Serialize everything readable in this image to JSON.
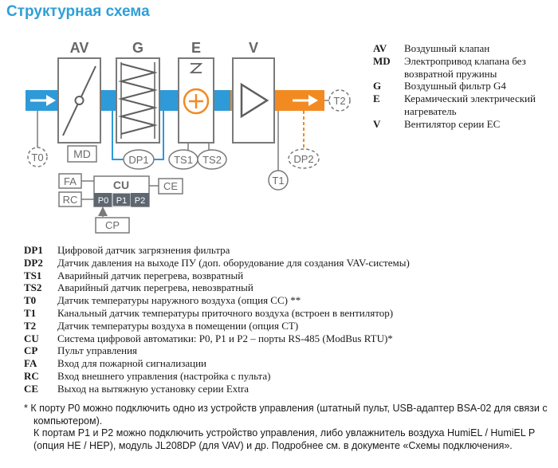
{
  "title": "Структурная схема",
  "diagram": {
    "blocks": {
      "av": "AV",
      "g": "G",
      "e": "E",
      "v": "V",
      "md": "MD",
      "dp1": "DP1",
      "ts1": "TS1",
      "ts2": "TS2",
      "t0": "T0",
      "t1": "T1",
      "t2": "T2",
      "dp2": "DP2",
      "fa": "FA",
      "rc": "RC",
      "cu": "CU",
      "p0": "P0",
      "p1": "P1",
      "p2": "P2",
      "ce": "CE",
      "cp": "CP"
    },
    "colors": {
      "intake": "#2e9ad8",
      "supply": "#f28a22",
      "frame": "#7a7a7a",
      "ports": "#5e6670",
      "dashed_link": "#f28a22"
    }
  },
  "legend_right": [
    {
      "code": "AV",
      "desc": "Воздушный клапан"
    },
    {
      "code": "MD",
      "desc": "Электропривод клапана без возвратной пружины"
    },
    {
      "code": "G",
      "desc": "Воздушный фильтр G4"
    },
    {
      "code": "E",
      "desc": "Керамический электрический нагреватель"
    },
    {
      "code": "V",
      "desc": "Вентилятор серии ЕС"
    }
  ],
  "legend_bottom": [
    {
      "code": "DP1",
      "desc": "Цифровой датчик загрязнения фильтра"
    },
    {
      "code": "DP2",
      "desc": "Датчик давления на выходе ПУ (доп. оборудование для создания VAV-системы)"
    },
    {
      "code": "TS1",
      "desc": "Аварийный датчик перегрева, возвратный"
    },
    {
      "code": "TS2",
      "desc": "Аварийный датчик перегрева, невозвратный"
    },
    {
      "code": "T0",
      "desc": "Датчик температуры наружного воздуха (опция CC) **"
    },
    {
      "code": "T1",
      "desc": "Канальный датчик температуры приточного воздуха (встроен в вентилятор)"
    },
    {
      "code": "T2",
      "desc": "Датчик температуры воздуха в помещении (опция CT)"
    },
    {
      "code": "CU",
      "desc": "Система цифровой автоматики: Р0, Р1 и Р2 – порты RS-485 (ModBus RTU)*"
    },
    {
      "code": "CP",
      "desc": "Пульт управления"
    },
    {
      "code": "FA",
      "desc": "Вход для пожарной сигнализации"
    },
    {
      "code": "RC",
      "desc": "Вход внешнего управления (настройка с пульта)"
    },
    {
      "code": "CE",
      "desc": "Выход на вытяжную установку серии Extra"
    }
  ],
  "note": {
    "line1": "* К порту Р0 можно подключить одно из устройств управления (штатный пульт, USB-адаптер BSA-02 для связи с компьютером).",
    "line2": "К портам Р1 и Р2 можно подключить устройство управления, либо увлажнитель воздуха HumiEL / HumiEL P (опция HE / HEP), модуль JL208DP (для VAV) и др. Подробнее см. в документе «Схемы подключения»."
  }
}
